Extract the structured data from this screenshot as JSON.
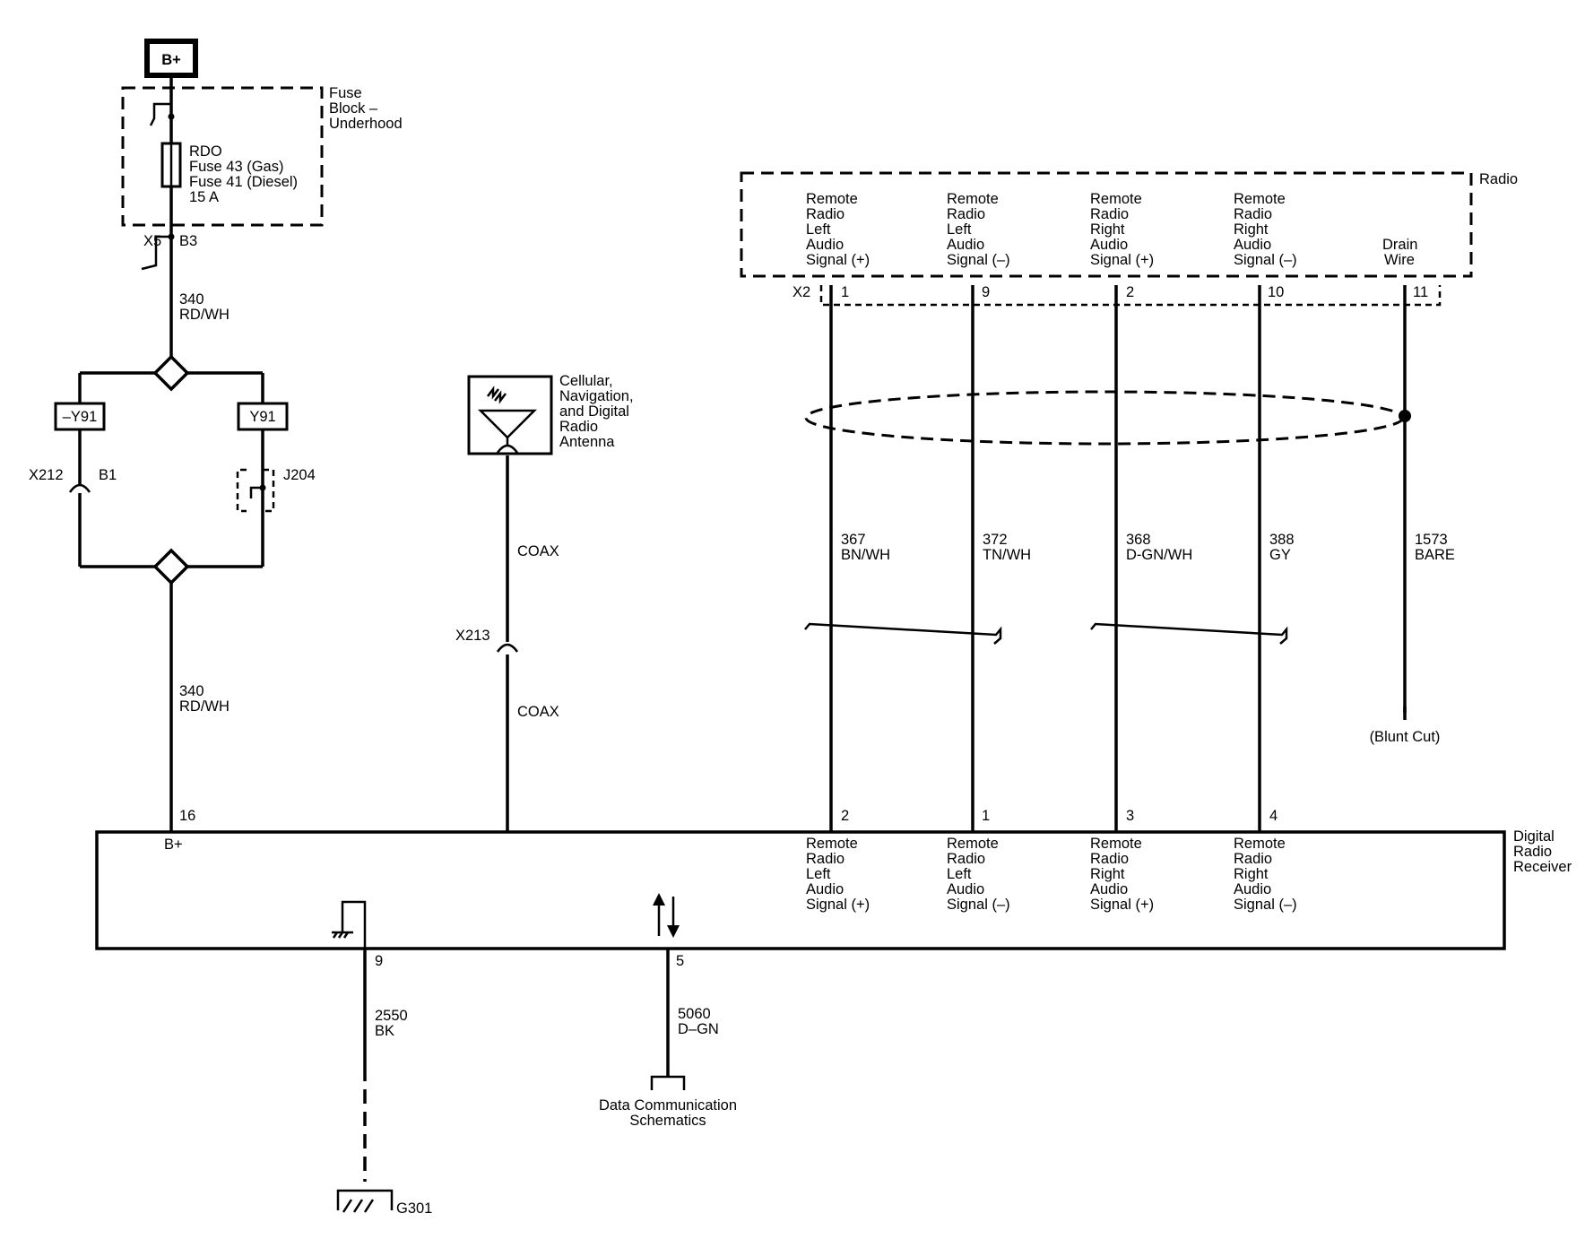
{
  "power": {
    "bplus": "B+"
  },
  "fuse_block": {
    "title": [
      "Fuse",
      "Block –",
      "Underhood"
    ],
    "fuse_label": [
      "RDO",
      "Fuse 43 (Gas)",
      "Fuse 41 (Diesel)",
      "15 A"
    ]
  },
  "connectors": {
    "x5": "X5",
    "b3": "B3",
    "x212": "X212",
    "b1": "B1",
    "j204": "J204",
    "x213": "X213",
    "x2": "X2"
  },
  "options": {
    "not_y91": "–Y91",
    "y91": "Y91"
  },
  "wires": {
    "w340_top": [
      "340",
      "RD/WH"
    ],
    "w340_bottom": [
      "340",
      "RD/WH"
    ],
    "coax_top": "COAX",
    "coax_bottom": "COAX",
    "w367": [
      "367",
      "BN/WH"
    ],
    "w372": [
      "372",
      "TN/WH"
    ],
    "w368": [
      "368",
      "D-GN/WH"
    ],
    "w388": [
      "388",
      "GY"
    ],
    "w1573": [
      "1573",
      "BARE"
    ],
    "w2550": [
      "2550",
      "BK"
    ],
    "w5060": [
      "5060",
      "D–GN"
    ]
  },
  "antenna": {
    "label": [
      "Cellular,",
      "Navigation,",
      "and Digital",
      "Radio",
      "Antenna"
    ]
  },
  "radio": {
    "title": "Radio",
    "signals": [
      [
        "Remote",
        "Radio",
        "Left",
        "Audio",
        "Signal (+)"
      ],
      [
        "Remote",
        "Radio",
        "Left",
        "Audio",
        "Signal (–)"
      ],
      [
        "Remote",
        "Radio",
        "Right",
        "Audio",
        "Signal (+)"
      ],
      [
        "Remote",
        "Radio",
        "Right",
        "Audio",
        "Signal (–)"
      ],
      [
        "Drain",
        "Wire"
      ]
    ],
    "pins": [
      "1",
      "9",
      "2",
      "10",
      "11"
    ]
  },
  "blunt_cut": "(Blunt Cut)",
  "receiver": {
    "title": [
      "Digital",
      "Radio",
      "Receiver"
    ],
    "bplus_label": "B+",
    "pins_top": [
      "16",
      "2",
      "1",
      "3",
      "4"
    ],
    "pins_bottom": [
      "9",
      "5"
    ],
    "signals": [
      [
        "Remote",
        "Radio",
        "Left",
        "Audio",
        "Signal (+)"
      ],
      [
        "Remote",
        "Radio",
        "Left",
        "Audio",
        "Signal (–)"
      ],
      [
        "Remote",
        "Radio",
        "Right",
        "Audio",
        "Signal (+)"
      ],
      [
        "Remote",
        "Radio",
        "Right",
        "Audio",
        "Signal (–)"
      ]
    ]
  },
  "data_comm": [
    "Data Communication",
    "Schematics"
  ],
  "ground": "G301"
}
